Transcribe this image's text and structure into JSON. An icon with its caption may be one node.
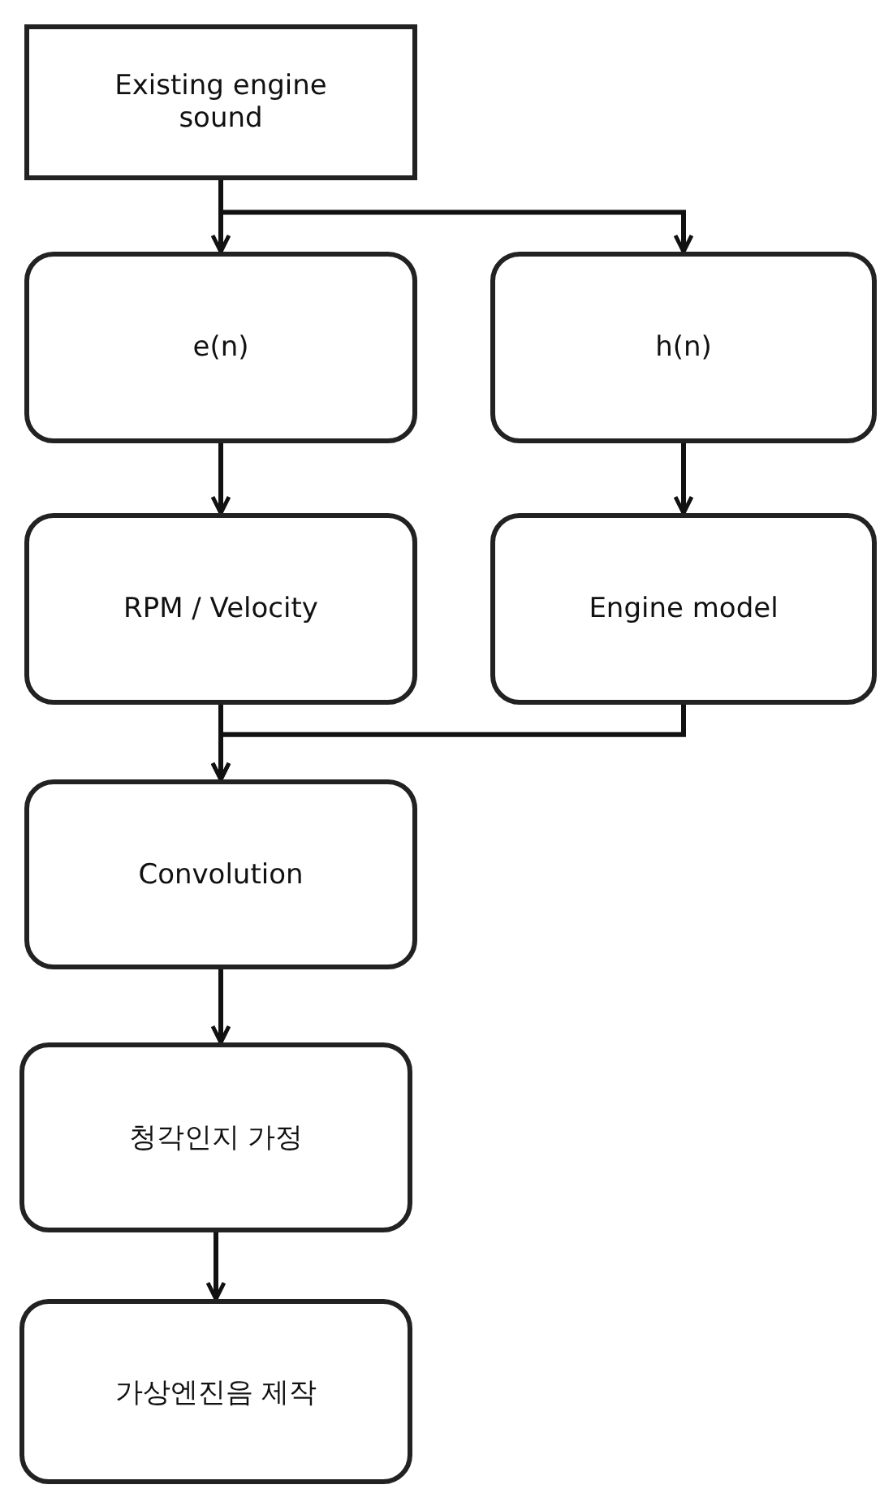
{
  "diagram": {
    "nodes": [
      {
        "text": [
          "Existing engine sound"
        ]
      },
      {
        "text": [
          "e(n)"
        ]
      },
      {
        "text": [
          "h(n)"
        ]
      },
      {
        "text": [
          "RPM / Velocity"
        ]
      },
      {
        "text": [
          "Engine model"
        ]
      },
      {
        "text": [
          "Convolution"
        ]
      },
      {
        "text": [
          "청각인지 가정"
        ]
      },
      {
        "text": [
          "가상엔진음 제작"
        ]
      }
    ],
    "edges": [
      {
        "from": 0,
        "to": 1,
        "arrow": "to"
      },
      {
        "from": 0,
        "to": 2,
        "arrow": "to"
      },
      {
        "from": 1,
        "to": 3,
        "arrow": "to"
      },
      {
        "from": 2,
        "to": 4,
        "arrow": "to"
      },
      {
        "from": 3,
        "to": 5,
        "arrow": "to"
      },
      {
        "from": 4,
        "to": 5,
        "arrow": "to"
      },
      {
        "from": 5,
        "to": 6,
        "arrow": "to"
      },
      {
        "from": 6,
        "to": 7,
        "arrow": "to"
      }
    ]
  }
}
